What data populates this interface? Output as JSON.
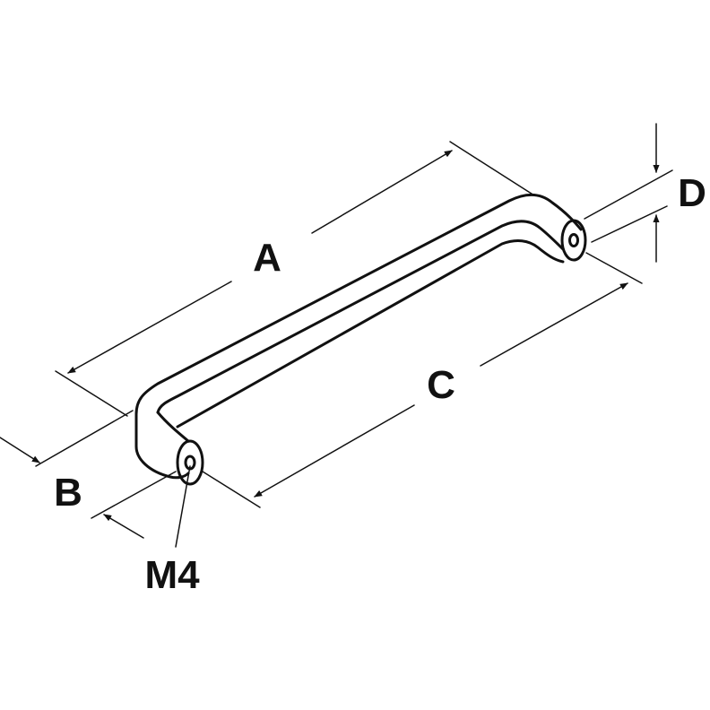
{
  "diagram": {
    "labels": {
      "a": "A",
      "b": "B",
      "c": "C",
      "d": "D",
      "m4": "M4"
    },
    "colors": {
      "ink": "#111111",
      "background": "#ffffff"
    }
  }
}
